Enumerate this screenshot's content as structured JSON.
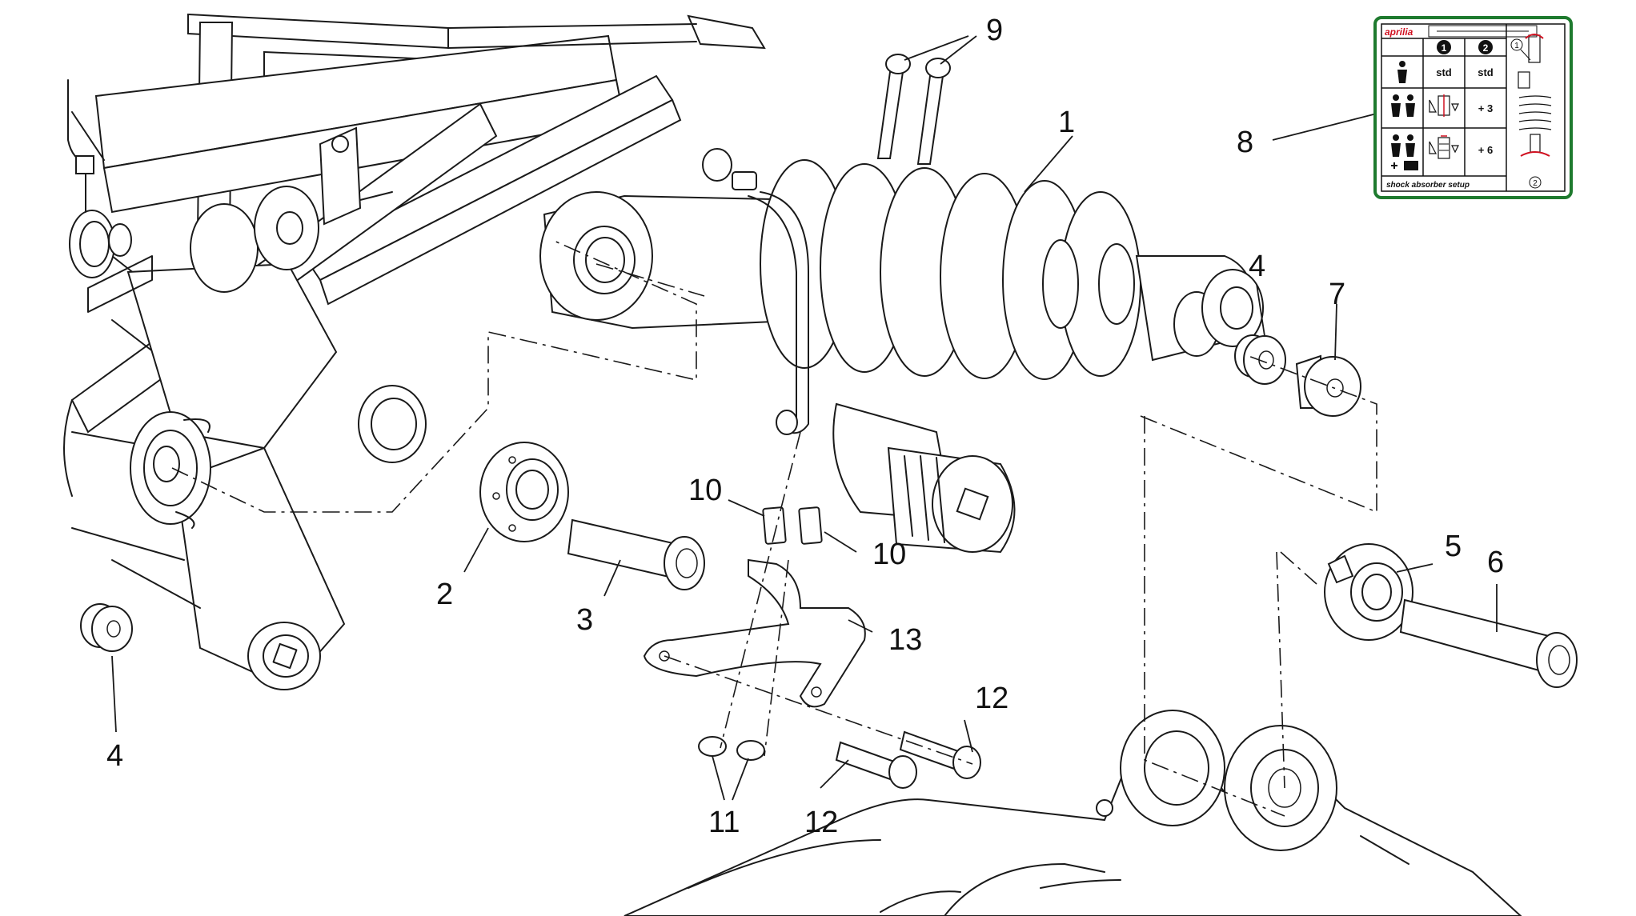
{
  "callouts": {
    "n1": "1",
    "n2": "2",
    "n3": "3",
    "n4a": "4",
    "n4b": "4",
    "n5": "5",
    "n6": "6",
    "n7": "7",
    "n8": "8",
    "n9": "9",
    "n10a": "10",
    "n10b": "10",
    "n11": "11",
    "n12a": "12",
    "n12b": "12",
    "n13": "13"
  },
  "setup_label": {
    "brand": "aprilia",
    "col1": "1",
    "col2": "2",
    "row1_c1": "std",
    "row1_c2": "std",
    "row2_c2": "+ 3",
    "row3_c2": "+ 6",
    "caption": "shock absorber setup",
    "step1": "1",
    "step2": "2"
  },
  "colors": {
    "line": "#1a1a1a",
    "label_border": "#1e7a2e",
    "brand_red": "#d01020"
  }
}
